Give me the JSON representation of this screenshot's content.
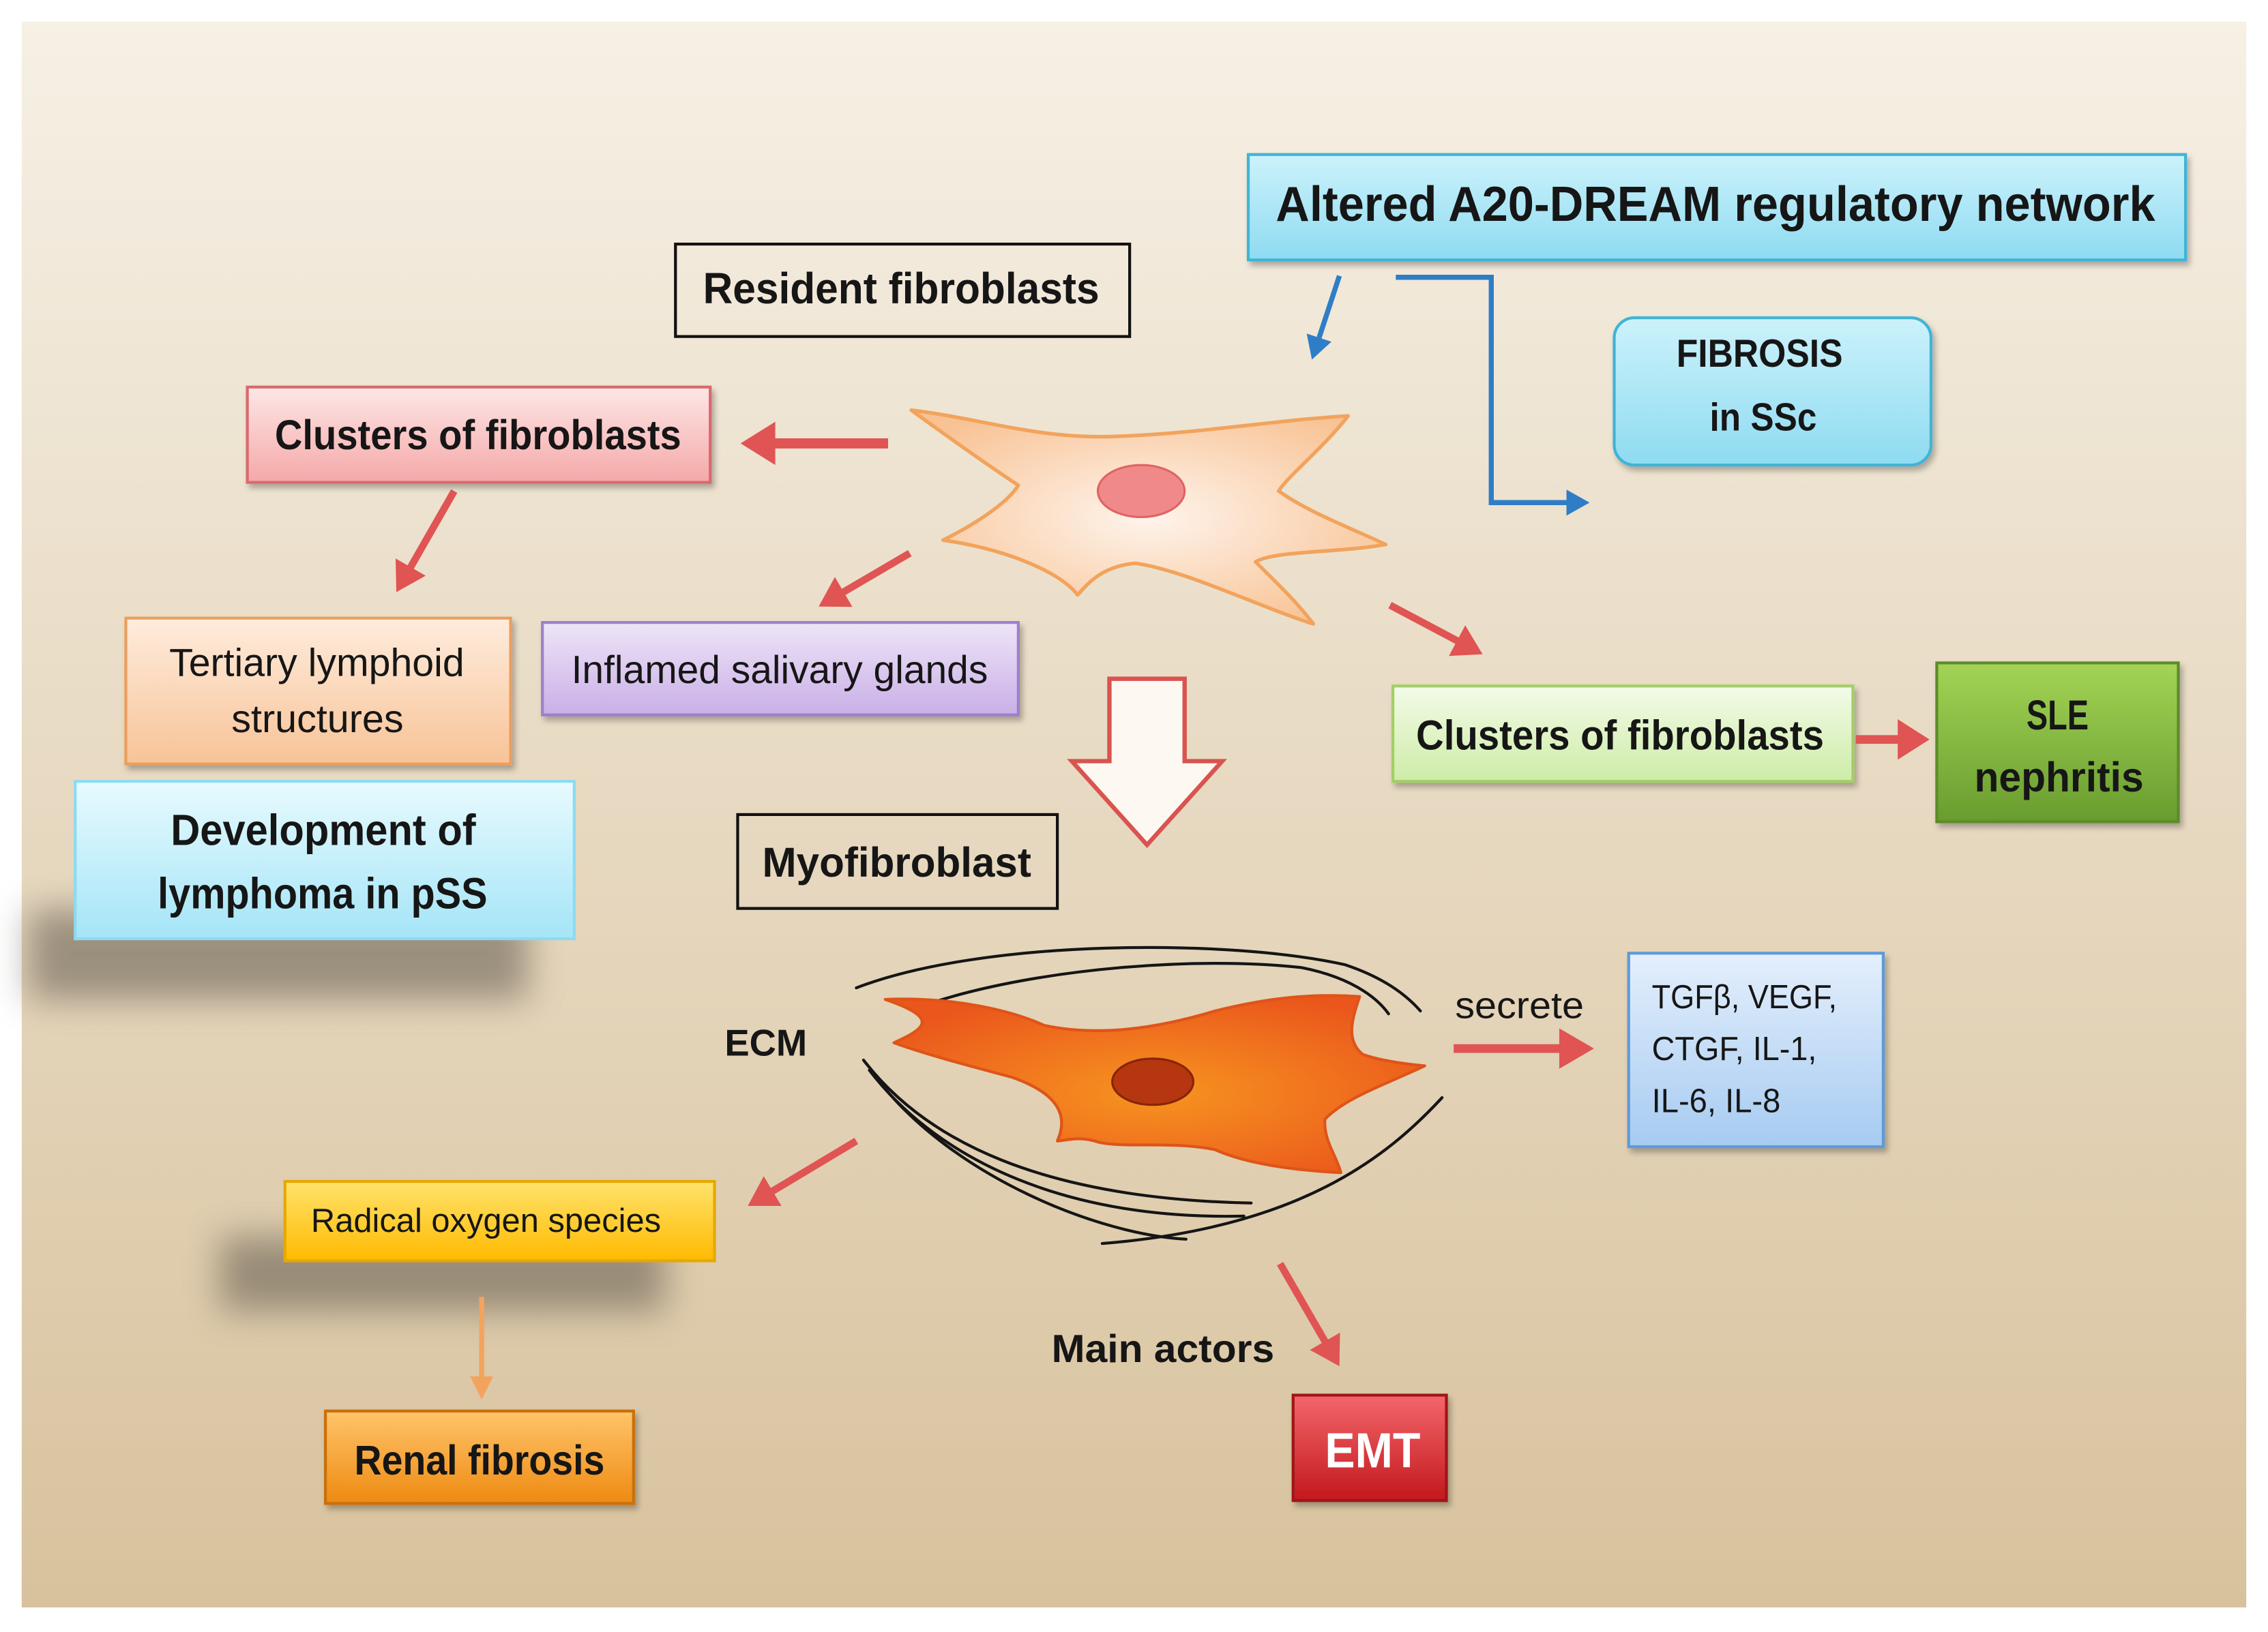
{
  "diagram": {
    "altered_network": "Altered A20-DREAM regulatory network",
    "resident_fibroblasts": "Resident fibroblasts",
    "fibrosis_ssc": [
      "FIBROSIS",
      "in SSc"
    ],
    "clusters_of_fibroblasts_left": "Clusters of fibroblasts",
    "tertiary_lymphoid_structures": [
      "Tertiary lymphoid",
      "structures"
    ],
    "inflamed_salivary_glands": "Inflamed salivary glands",
    "lymphoma_in_pss": [
      "Development of",
      "lymphoma in pSS"
    ],
    "clusters_of_fibroblasts_right": "Clusters of fibroblasts",
    "sle_nephritis": [
      "SLE",
      "nephritis"
    ],
    "myofibroblast": "Myofibroblast",
    "ecm": "ECM",
    "secrete": "secrete",
    "secreted_factors": [
      "TGFβ, VEGF,",
      "CTGF, IL-1,",
      "IL-6, IL-8"
    ],
    "radical_oxygen_species": "Radical oxygen species",
    "renal_fibrosis": "Renal fibrosis",
    "main_actors": "Main actors",
    "emt": "EMT"
  },
  "colors": {
    "arrow_red": "#e05454",
    "arrow_blue": "#2f7dc6",
    "arrow_orange": "#f4a35d"
  }
}
